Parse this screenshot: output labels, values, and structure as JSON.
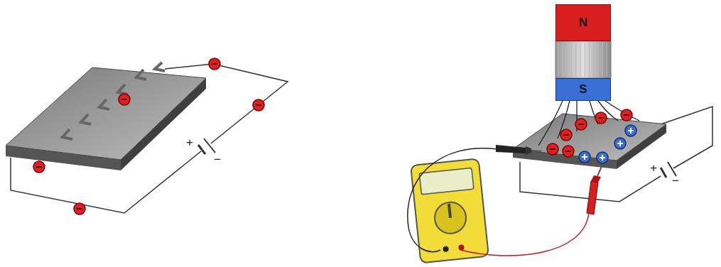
{
  "diagram": {
    "nodes": [
      {
        "text": [
          "N"
        ]
      },
      {
        "text": [
          "S"
        ]
      }
    ],
    "labels": [
      "+",
      "−",
      "+",
      "−"
    ]
  }
}
